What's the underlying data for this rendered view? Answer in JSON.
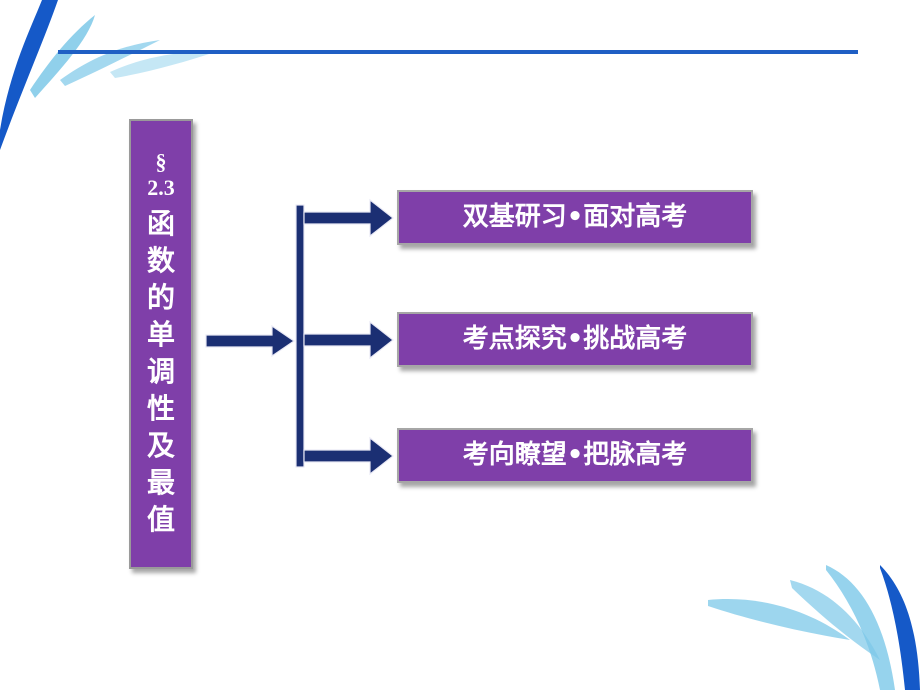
{
  "slide": {
    "title": {
      "symbol": "§",
      "number": "2.3",
      "chars": [
        "函",
        "数",
        "的",
        "单",
        "调",
        "性",
        "及",
        "最",
        "值"
      ]
    },
    "topics": [
      {
        "label": "双基研习•面对高考"
      },
      {
        "label": "考点探究•挑战高考"
      },
      {
        "label": "考向瞭望•把脉高考"
      }
    ]
  },
  "colors": {
    "accent_purple": "#7f3fa9",
    "arrow_navy": "#1b2f73",
    "header_line_blue": "#1f5fc4",
    "decor_dark_blue": "#1559c8",
    "decor_light_blue": "#7cc8e8"
  },
  "icons": {
    "main_arrow": "right-arrow-icon",
    "branch_arrows": "right-arrow-icon"
  }
}
